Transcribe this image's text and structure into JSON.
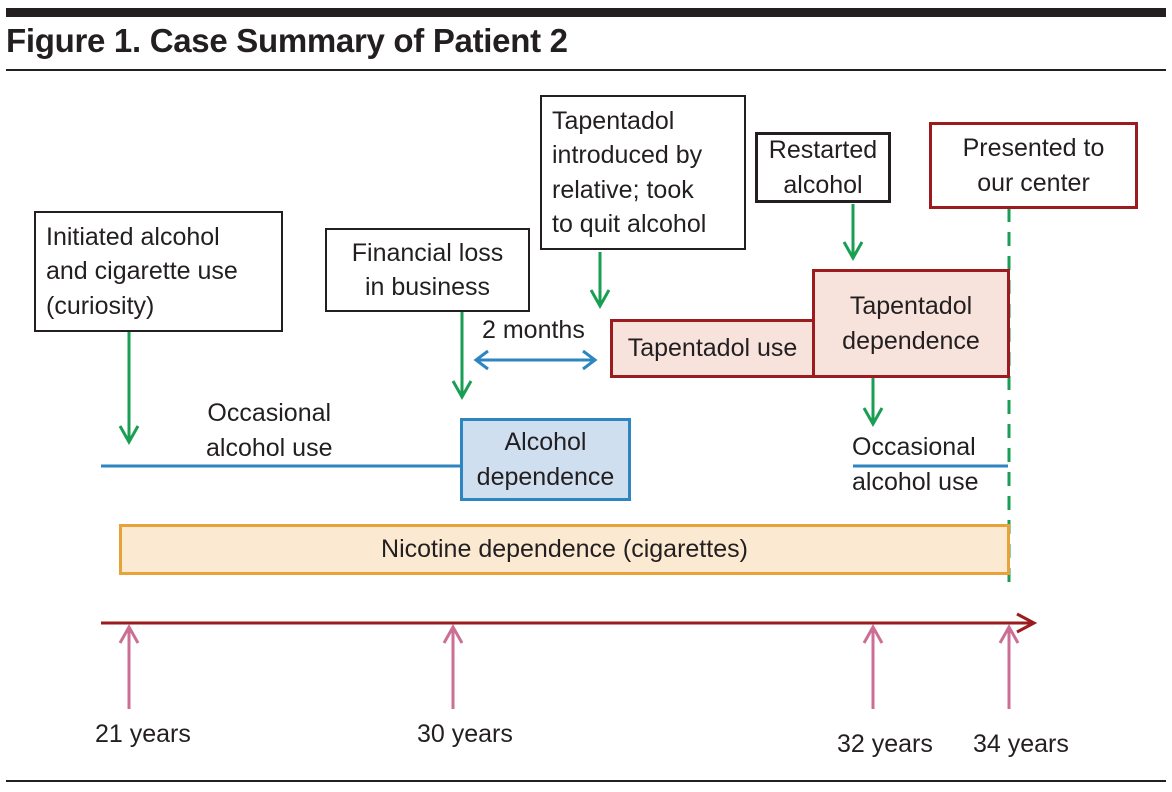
{
  "figure": {
    "title": "Figure 1. Case Summary of Patient 2"
  },
  "events": {
    "initiated": "Initiated alcohol\nand cigarette use\n(curiosity)",
    "financial": "Financial loss\nin business",
    "introduced": "Tapentadol\nintroduced by\nrelative; took\nto quit alcohol",
    "restarted": "Restarted\nalcohol",
    "presented": "Presented to\nour center"
  },
  "interval": {
    "label": "2 months"
  },
  "phases": {
    "occasional_1": "Occasional\nalcohol use",
    "alcohol_dependence": "Alcohol\ndependence",
    "tapentadol_use": "Tapentadol use",
    "tapentadol_dependence": "Tapentadol\ndependence",
    "occasional_2": "Occasional\nalcohol use",
    "nicotine": "Nicotine dependence (cigarettes)"
  },
  "timeline": {
    "ages": [
      "21 years",
      "30 years",
      "32 years",
      "34 years"
    ]
  },
  "colors": {
    "green_arrow": "#1a9e54",
    "blue_line": "#2e86c1",
    "red_axis": "#9b1b1f",
    "pink_tick": "#cc6f94",
    "tapentadol_fill": "#f7e2dc",
    "alcohol_fill": "#cfdff0",
    "nicotine_fill": "#fbe9d2",
    "nicotine_border": "#e8a23a"
  }
}
